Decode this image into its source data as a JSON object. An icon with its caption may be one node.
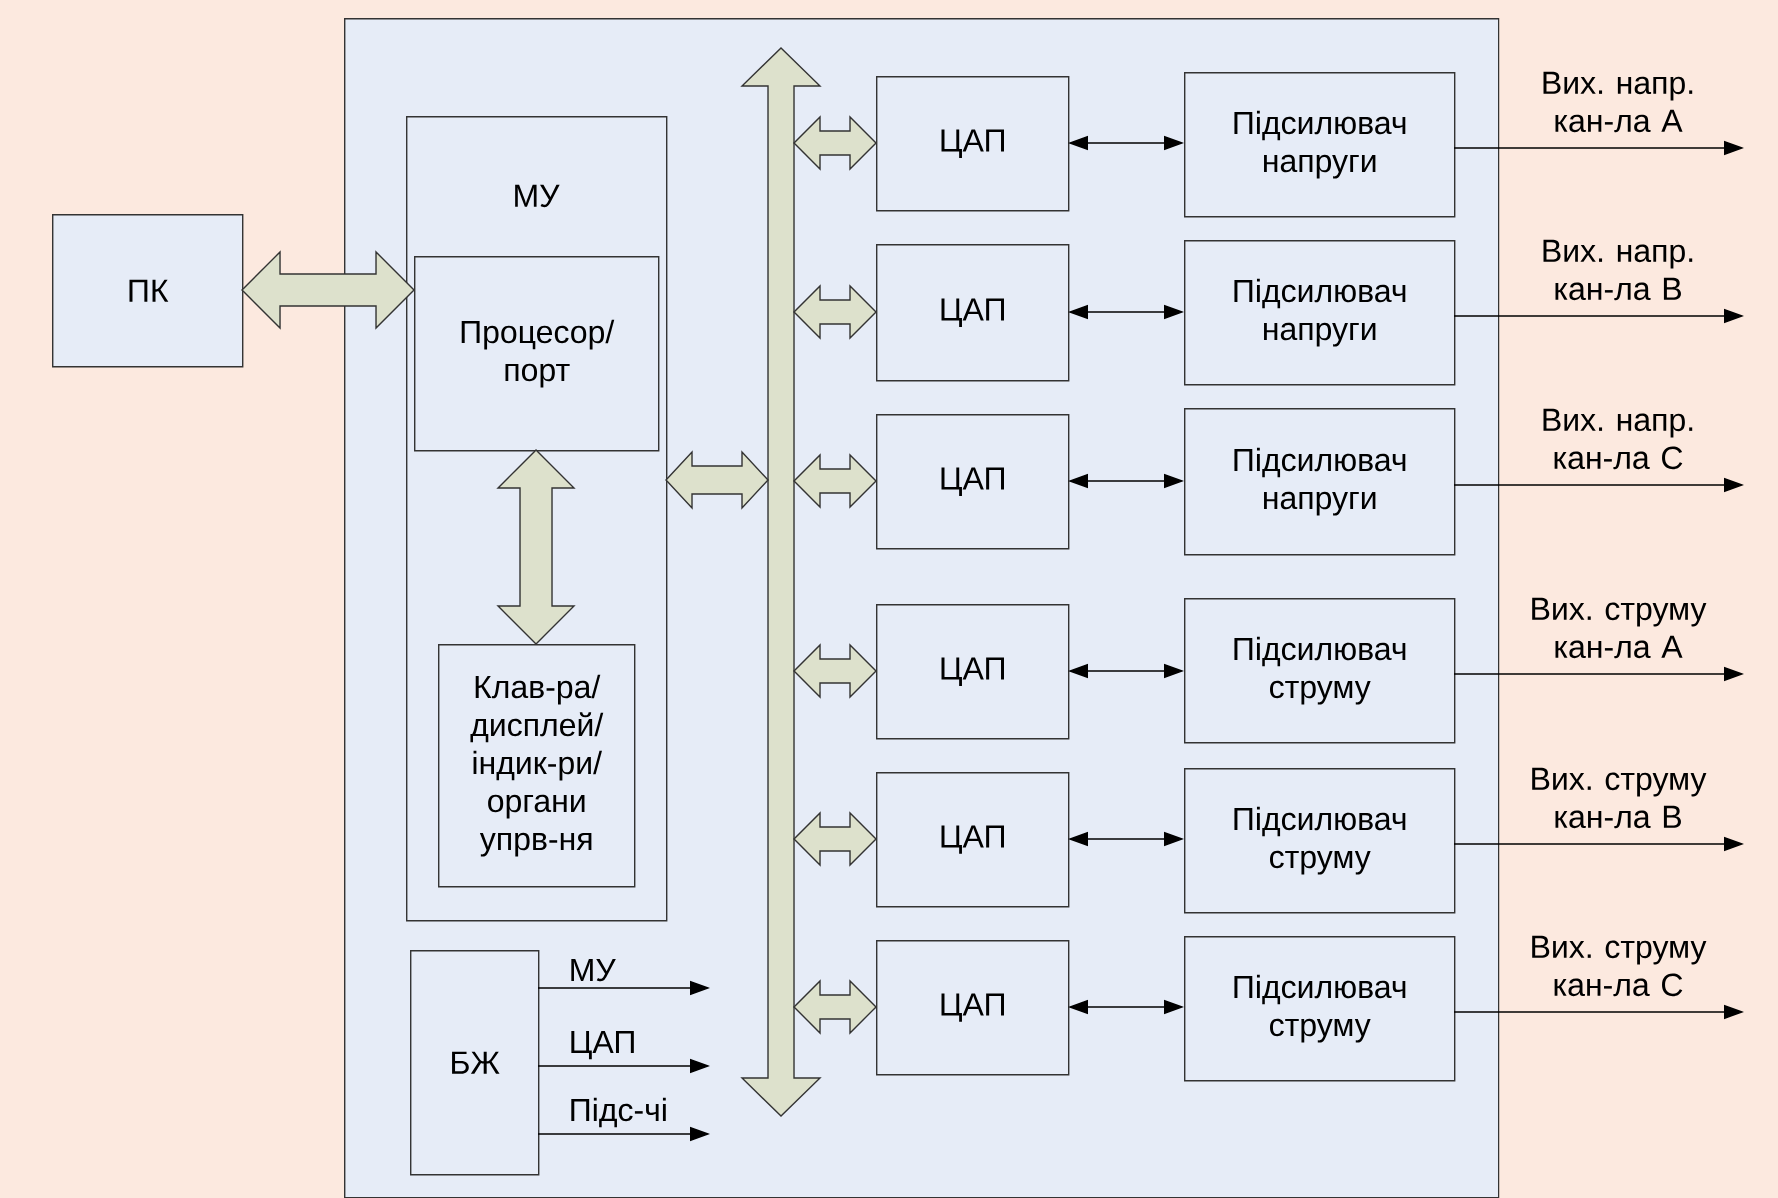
{
  "diagram": {
    "nodes": [
      {
        "text": [
          "ПК"
        ]
      },
      {
        "text": [],
        "shape": "box"
      },
      {
        "text": [
          "МУ"
        ],
        "in": 1
      },
      {
        "text": [
          "Процесор/ порт"
        ],
        "in": 2
      },
      {
        "text": [
          "Клав-ра/ дисплей/ індик-ри/ органи упрв-ня"
        ],
        "in": 2
      },
      {
        "text": [
          "БЖ"
        ],
        "in": 1
      },
      {
        "text": [],
        "shape": "bar",
        "in": 1
      },
      {
        "text": [
          "ЦАП"
        ],
        "in": 1
      },
      {
        "text": [
          "ЦАП"
        ],
        "in": 1
      },
      {
        "text": [
          "ЦАП"
        ],
        "in": 1
      },
      {
        "text": [
          "ЦАП"
        ],
        "in": 1
      },
      {
        "text": [
          "ЦАП"
        ],
        "in": 1
      },
      {
        "text": [
          "ЦАП"
        ],
        "in": 1
      },
      {
        "text": [
          "Підсилювач напруги"
        ],
        "in": 1
      },
      {
        "text": [
          "Підсилювач напруги"
        ],
        "in": 1
      },
      {
        "text": [
          "Підсилювач напруги"
        ],
        "in": 1
      },
      {
        "text": [
          "Підсилювач струму"
        ],
        "in": 1
      },
      {
        "text": [
          "Підсилювач струму"
        ],
        "in": 1
      },
      {
        "text": [
          "Підсилювач струму"
        ],
        "in": 1
      }
    ],
    "edges": [
      {
        "from": 0,
        "to": 3,
        "arrow": "both",
        "style": "thick"
      },
      {
        "from": 3,
        "to": 4,
        "arrow": "both",
        "style": "thick"
      },
      {
        "from": 2,
        "to": 6,
        "arrow": "both",
        "style": "thick"
      },
      {
        "from": 6,
        "to": 7,
        "arrow": "both",
        "style": "thick"
      },
      {
        "from": 6,
        "to": 8,
        "arrow": "both",
        "style": "thick"
      },
      {
        "from": 6,
        "to": 9,
        "arrow": "both",
        "style": "thick"
      },
      {
        "from": 6,
        "to": 10,
        "arrow": "both",
        "style": "thick"
      },
      {
        "from": 6,
        "to": 11,
        "arrow": "both",
        "style": "thick"
      },
      {
        "from": 6,
        "to": 12,
        "arrow": "both",
        "style": "thick"
      },
      {
        "from": 7,
        "to": 13,
        "arrow": "both"
      },
      {
        "from": 8,
        "to": 14,
        "arrow": "both"
      },
      {
        "from": 9,
        "to": 15,
        "arrow": "both"
      },
      {
        "from": 10,
        "to": 16,
        "arrow": "both"
      },
      {
        "from": 11,
        "to": 17,
        "arrow": "both"
      },
      {
        "from": 12,
        "to": 18,
        "arrow": "both"
      },
      {
        "from": 13,
        "to": null,
        "arrow": "to",
        "label": "Вих. напр. кан-ла А"
      },
      {
        "from": 14,
        "to": null,
        "arrow": "to",
        "label": "Вих. напр. кан-ла В"
      },
      {
        "from": 15,
        "to": null,
        "arrow": "to",
        "label": "Вих. напр. кан-ла С"
      },
      {
        "from": 16,
        "to": null,
        "arrow": "to",
        "label": "Вих. струму кан-ла А"
      },
      {
        "from": 17,
        "to": null,
        "arrow": "to",
        "label": "Вих. струму кан-ла В"
      },
      {
        "from": 18,
        "to": null,
        "arrow": "to",
        "label": "Вих. струму кан-ла С"
      },
      {
        "from": 5,
        "to": null,
        "arrow": "to",
        "label": "МУ"
      },
      {
        "from": 5,
        "to": null,
        "arrow": "to",
        "label": "ЦАП"
      },
      {
        "from": 5,
        "to": null,
        "arrow": "to",
        "label": "Підс-чі"
      }
    ]
  }
}
